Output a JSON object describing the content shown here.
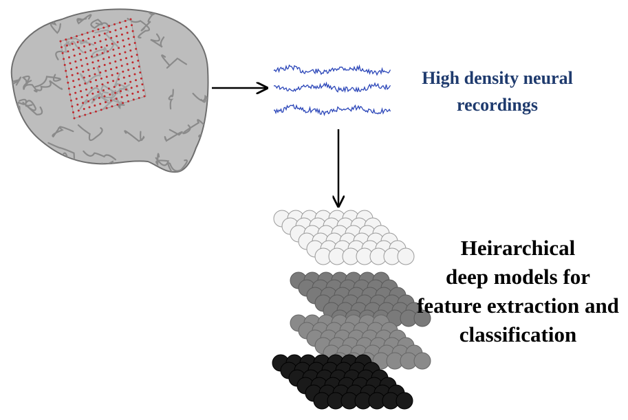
{
  "recordings_caption": {
    "lines": [
      "High density neural",
      "recordings"
    ],
    "color": "#1f3b6e"
  },
  "models_caption": {
    "lines": [
      "Heirarchical",
      "deep models for",
      "feature extraction and",
      "classification"
    ],
    "color": "#000000"
  },
  "colors": {
    "brain_fill": "#bdbdbd",
    "electrode_dot": "#c0282d",
    "signal_trace": "#2a45b8",
    "arrow": "#000000",
    "layer_1": "#f4f4f4",
    "layer_2": "#7a7a7a",
    "layer_3": "#8a8a8a",
    "layer_4": "#1a1a1a"
  },
  "icons": [
    "brain-icon",
    "electrode-grid-icon",
    "eeg-signal-icon",
    "neural-layer-icon"
  ]
}
